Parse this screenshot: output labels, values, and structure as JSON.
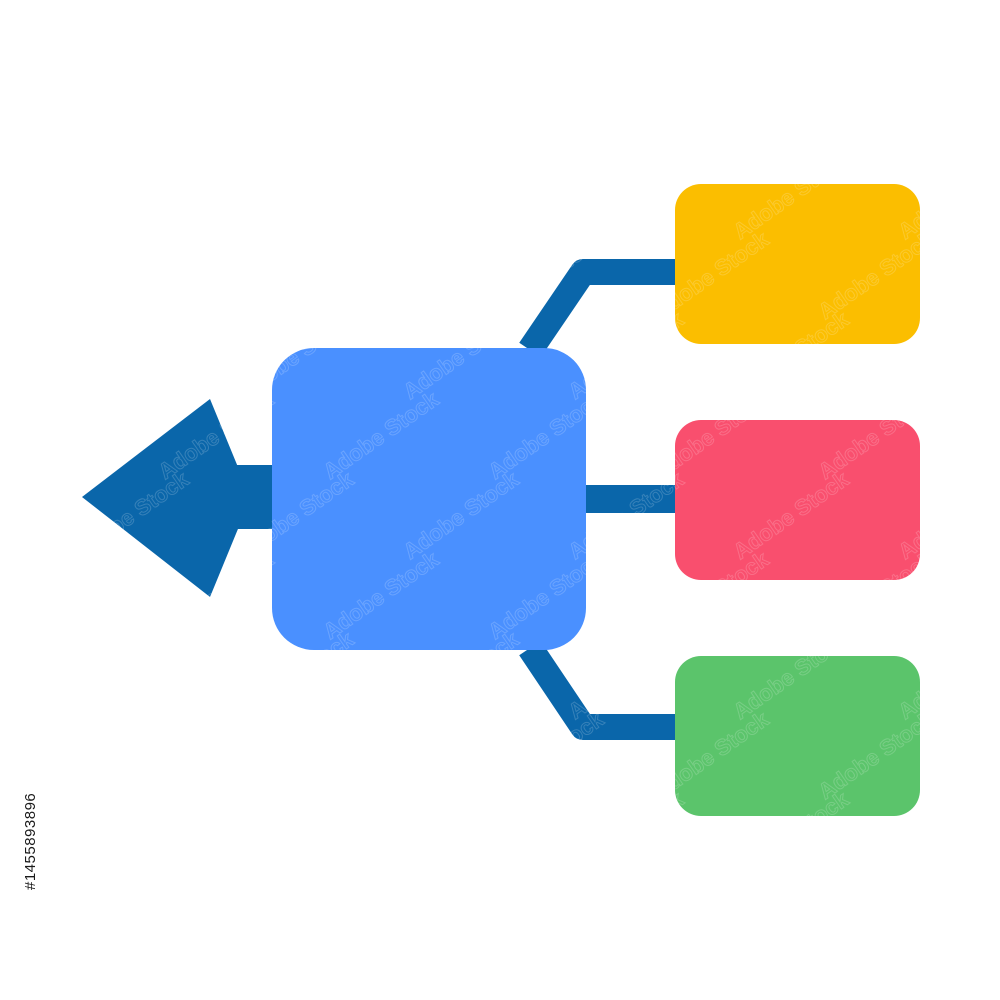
{
  "diagram": {
    "kind": "one-to-many flowchart icon",
    "nodes": [
      {
        "id": "hub",
        "role": "central node",
        "color": "#4A90FF"
      },
      {
        "id": "top",
        "role": "branch node",
        "color": "#FBBE00"
      },
      {
        "id": "middle",
        "role": "branch node",
        "color": "#F94F6E"
      },
      {
        "id": "bottom",
        "role": "branch node",
        "color": "#5BC46B"
      }
    ],
    "edges": [
      {
        "from": "hub",
        "to": "top"
      },
      {
        "from": "hub",
        "to": "middle"
      },
      {
        "from": "hub",
        "to": "bottom"
      }
    ],
    "arrow": {
      "direction": "left",
      "from": "hub",
      "color": "#0A66AA"
    },
    "connector_color": "#0A66AA"
  },
  "watermark": {
    "brand": "Adobe Stock",
    "stock_id": "#1455893896"
  }
}
